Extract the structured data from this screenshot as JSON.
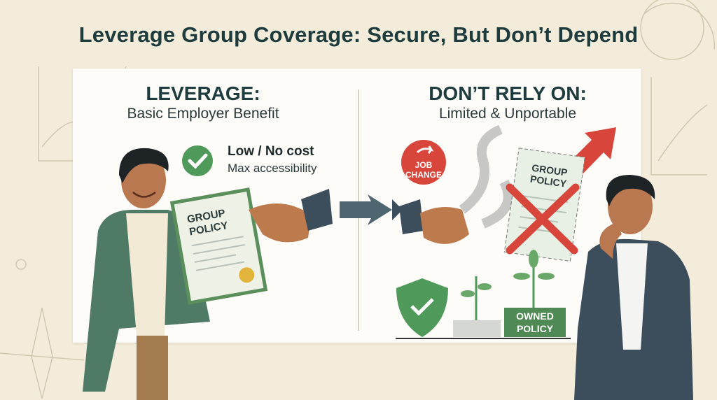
{
  "title": "Leverage Group Coverage: Secure, But Don’t Depend",
  "left": {
    "heading": "LEVERAGE:",
    "subheading": "Basic Employer Benefit",
    "benefit_title": "Low / No cost",
    "benefit_detail": "Max accessibility",
    "certificate_label_line1": "GROUP",
    "certificate_label_line2": "POLICY"
  },
  "right": {
    "heading": "DON’T RELY ON:",
    "subheading": "Limited & Unportable",
    "job_change_line1": "JOB",
    "job_change_line2": "CHANGE",
    "crossed_policy_line1": "GROUP",
    "crossed_policy_line2": "POLICY",
    "owned_policy_line1": "OWNED",
    "owned_policy_line2": "POLICY"
  },
  "colors": {
    "background": "#f3ecda",
    "title": "#1e3b3d",
    "green": "#4f9a5a",
    "red": "#d8453a",
    "jacket_green": "#4f7a66",
    "jacket_blue": "#3c4d5c"
  },
  "icons": [
    "check-circle-icon",
    "handshake-icon",
    "arrow-right-icon",
    "job-change-badge-icon",
    "smoke-icon",
    "red-x-icon",
    "rising-arrow-icon",
    "shield-check-icon",
    "plant-icon"
  ]
}
